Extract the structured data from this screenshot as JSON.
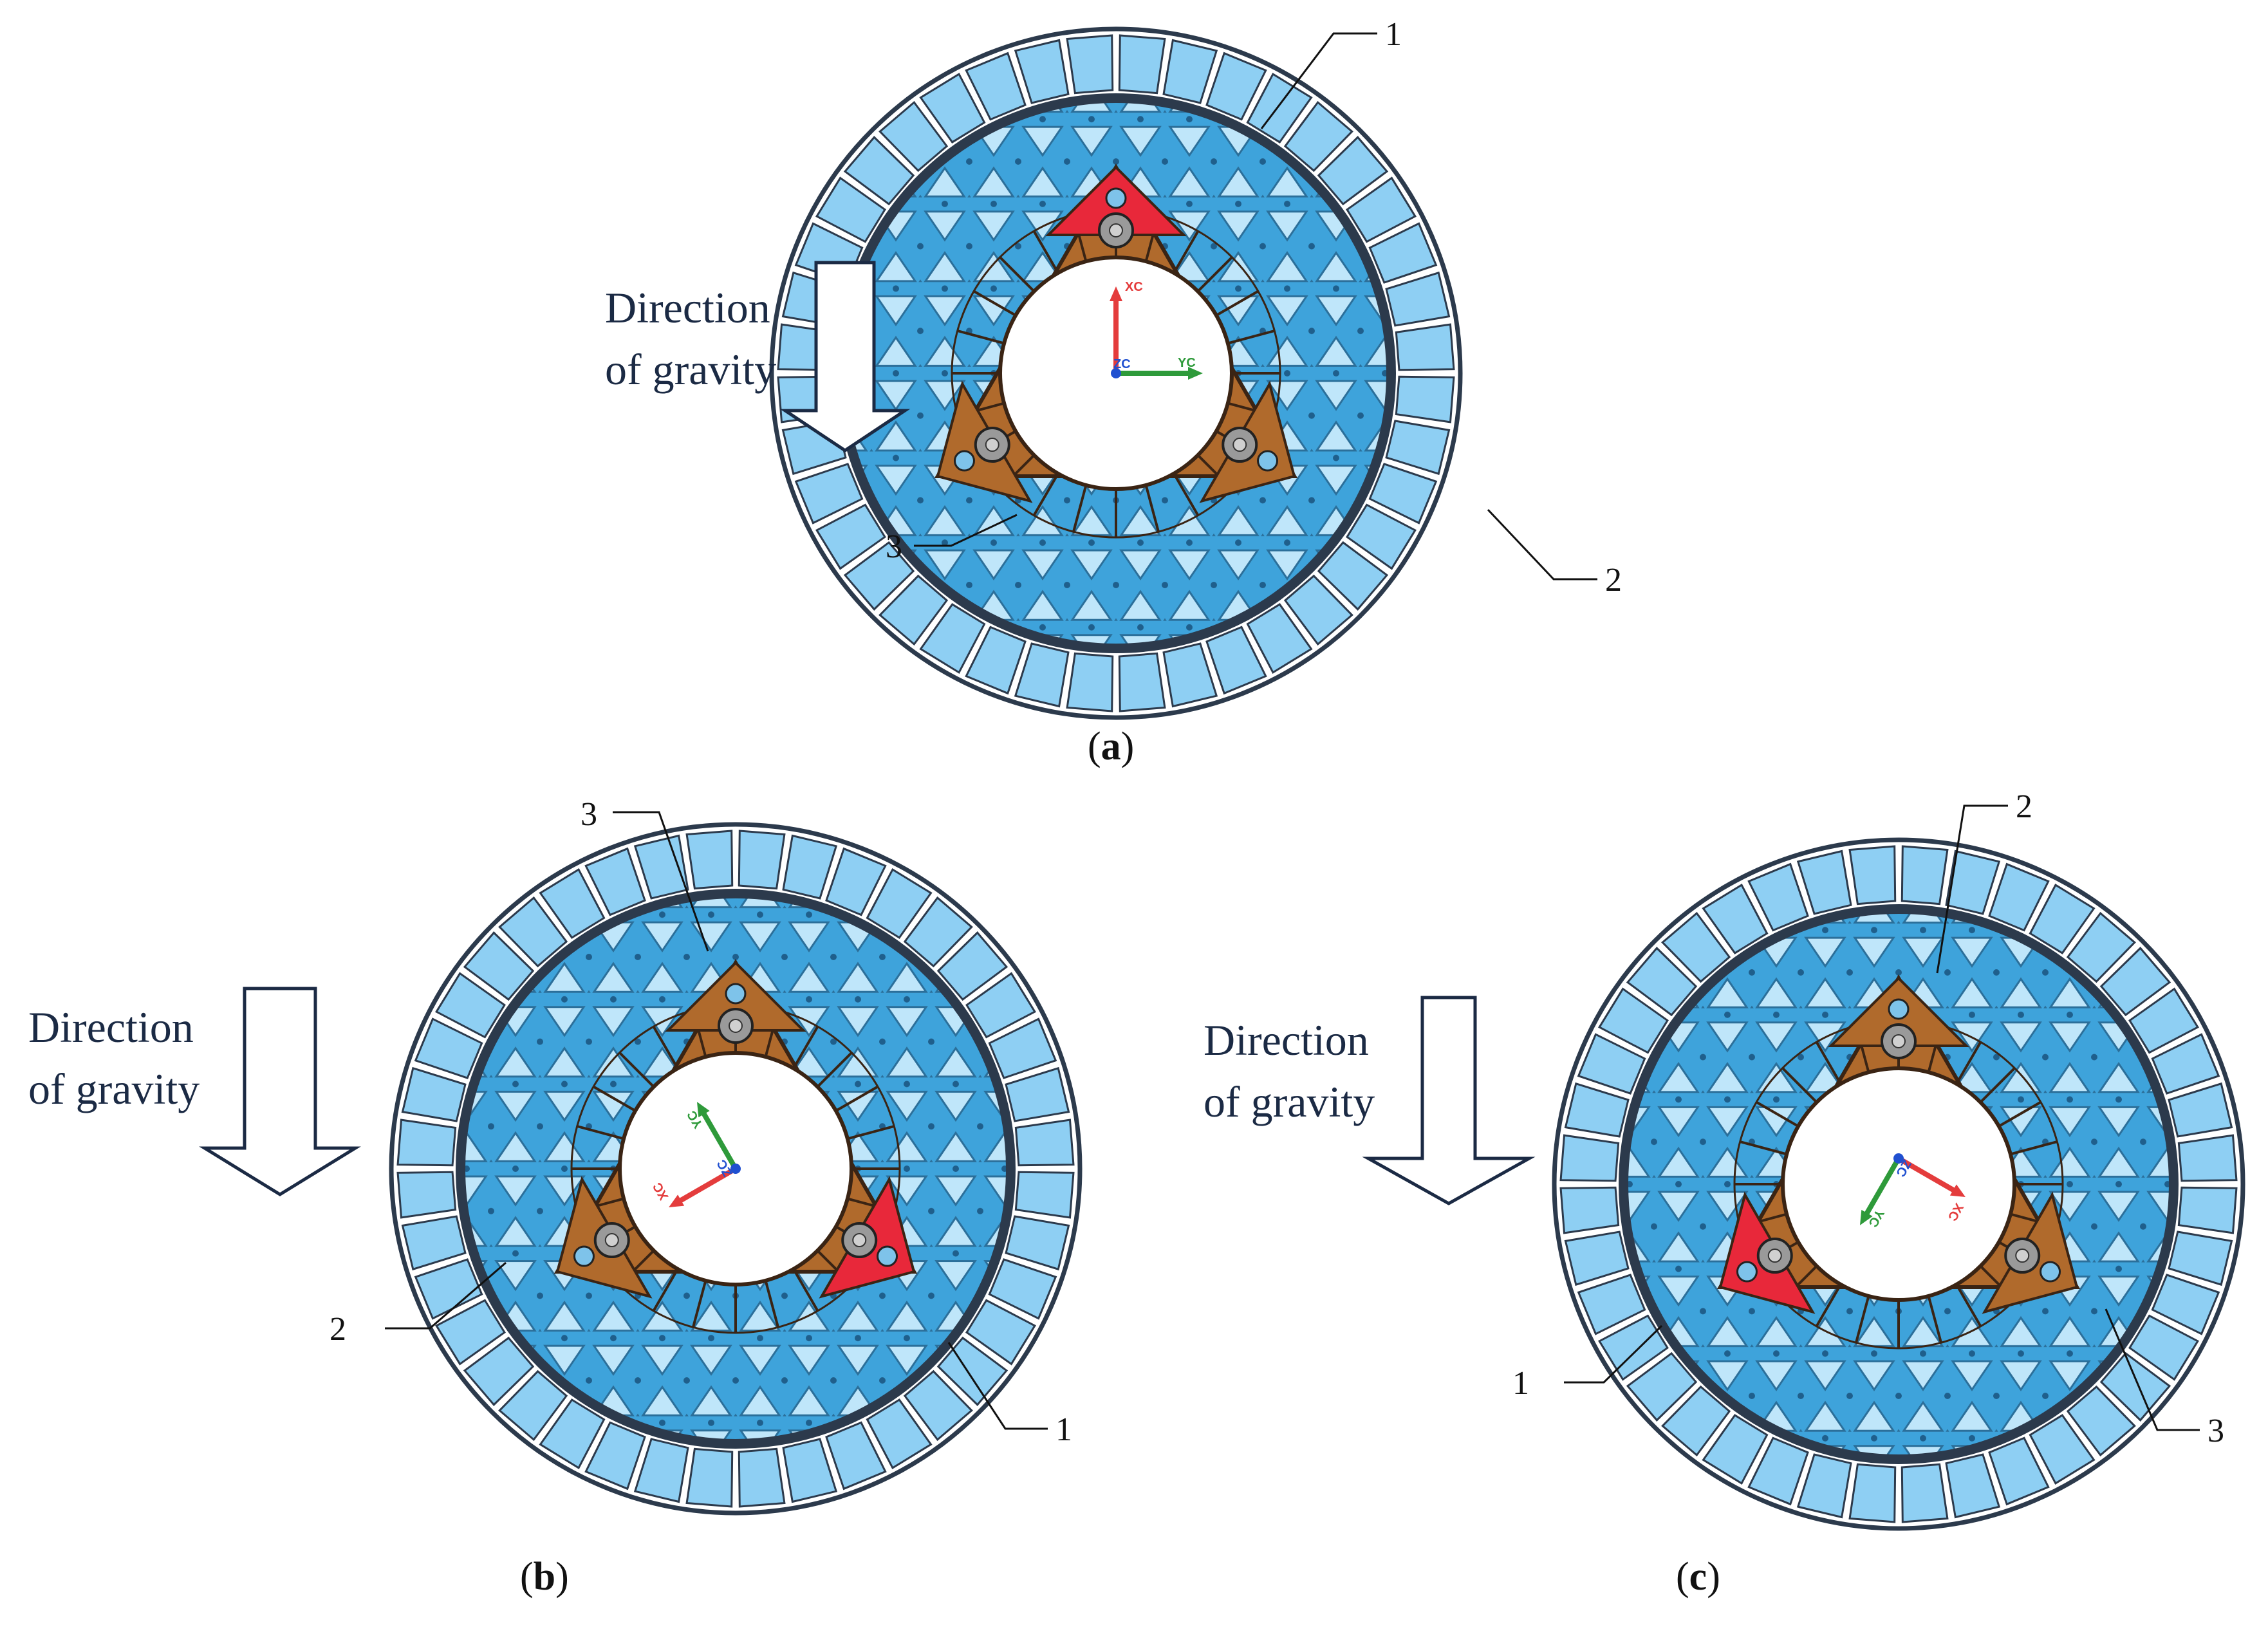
{
  "gravity_label": {
    "line1": "Direction",
    "line2": "of gravity"
  },
  "axes": {
    "x": "XC",
    "y": "YC",
    "z": "ZC"
  },
  "colors": {
    "ring_blocks": "#8ecff3",
    "ring_lines": "#2c3a4c",
    "mesh": "#3ea3db",
    "mesh_holes": "#bfe6fa",
    "triangle_frame": "#b06a2c",
    "highlight_pad": "#e8283a",
    "axis_x": "#e43c3c",
    "axis_y": "#2e9a3a",
    "axis_z": "#2050d0",
    "arrow_outline": "#1b2a44"
  },
  "panels": [
    {
      "id": "a",
      "caption_letter": "a",
      "highlighted_pad": "1",
      "callouts": [
        {
          "label": "1"
        },
        {
          "label": "2"
        },
        {
          "label": "3"
        }
      ]
    },
    {
      "id": "b",
      "caption_letter": "b",
      "highlighted_pad": "1",
      "callouts": [
        {
          "label": "3"
        },
        {
          "label": "2"
        },
        {
          "label": "1"
        }
      ]
    },
    {
      "id": "c",
      "caption_letter": "c",
      "highlighted_pad": "1",
      "callouts": [
        {
          "label": "2"
        },
        {
          "label": "1"
        },
        {
          "label": "3"
        }
      ]
    }
  ]
}
